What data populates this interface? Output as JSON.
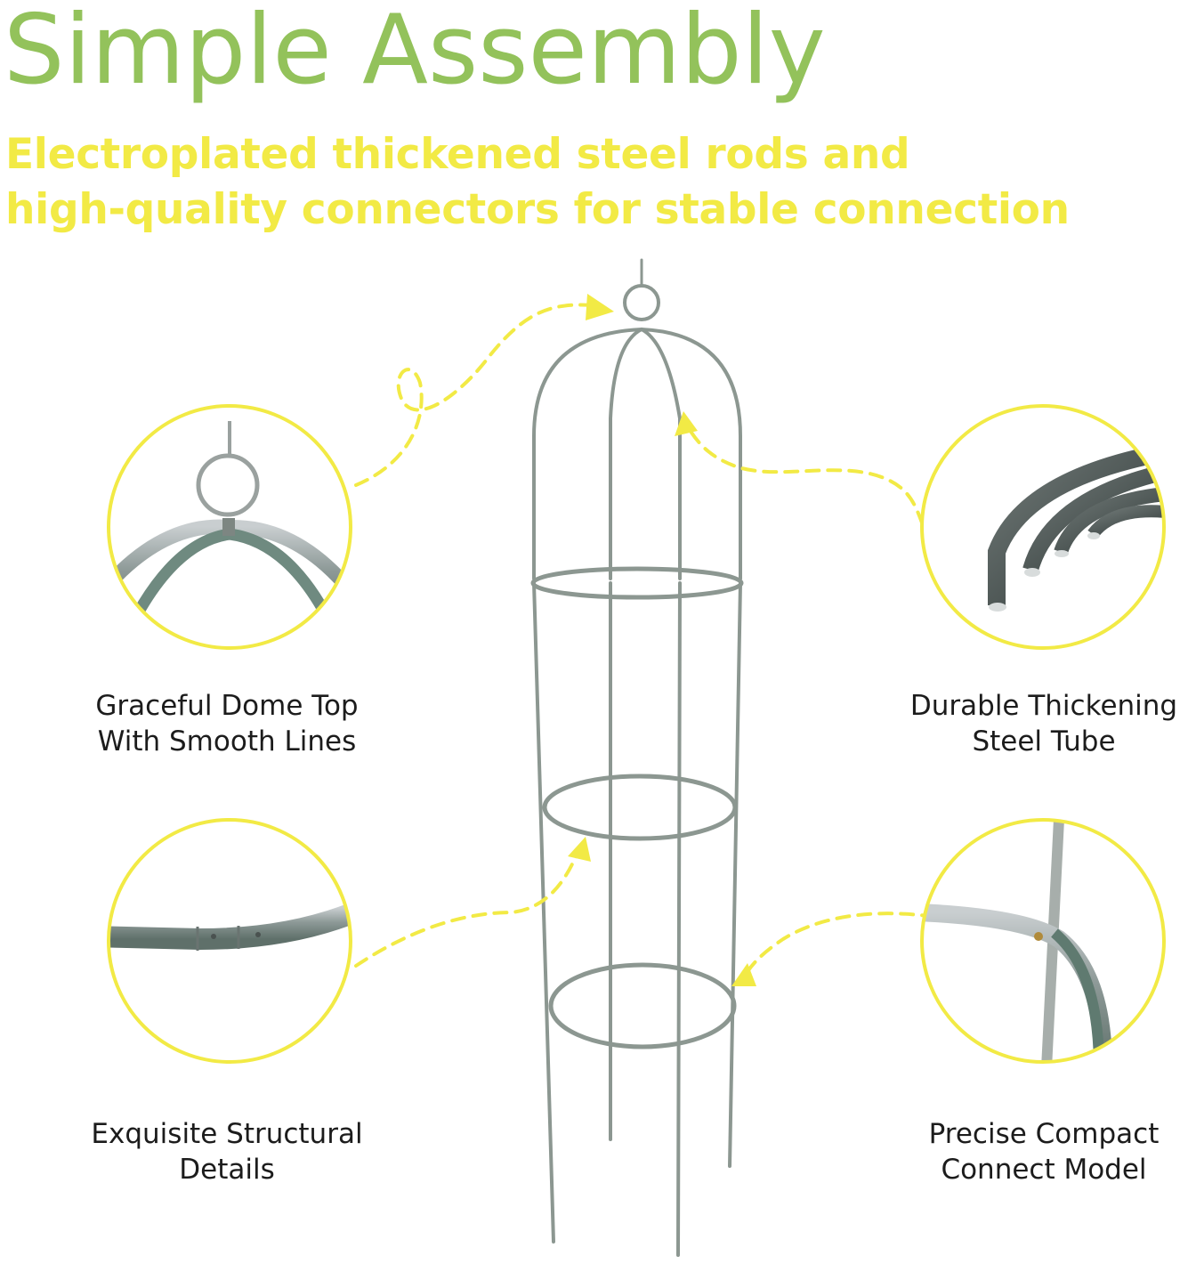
{
  "header": {
    "title": "Simple Assembly",
    "subtitle_line1": "Electroplated thickened steel rods and",
    "subtitle_line2": "high-quality connectors for stable connection"
  },
  "features": {
    "top_left": {
      "line1": "Graceful Dome Top",
      "line2": "With Smooth Lines"
    },
    "top_right": {
      "line1": "Durable Thickening",
      "line2": "Steel Tube"
    },
    "bottom_left": {
      "line1": "Exquisite Structural",
      "line2": "Details"
    },
    "bottom_right": {
      "line1": "Precise Compact",
      "line2": "Connect Model"
    }
  },
  "colors": {
    "title_green": "#93c25b",
    "accent_yellow": "#f2ea45",
    "steel": "#8c9791"
  }
}
